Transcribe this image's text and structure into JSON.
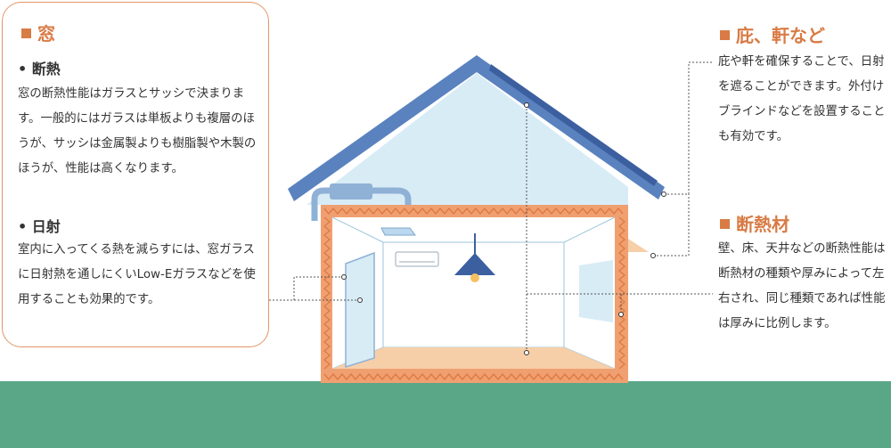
{
  "window_card": {
    "title": "窓",
    "insulation_heading": "断熱",
    "insulation_body": "窓の断熱性能はガラスとサッシで決まります。一般的にはガラスは単板よりも複層のほうが、サッシは金属製よりも樹脂製や木製のほうが、性能は高くなります。",
    "solar_heading": "日射",
    "solar_body": "室内に入ってくる熱を減らすには、窓ガラスに日射熱を通しにくいLow-Eガラスなどを使用することも効果的です。"
  },
  "eaves": {
    "title": "庇、軒など",
    "body": "庇や軒を確保することで、日射を遮ることができます。外付けブラインドなどを設置することも有効です。"
  },
  "insulation_material": {
    "title": "断熱材",
    "body": "壁、床、天井などの断熱性能は断熱材の種類や厚みによって左右され、同じ種類であれば性能は厚みに比例します。"
  },
  "colors": {
    "accent": "#d87b45",
    "roof": "#5a82bf",
    "solar_panel": "#3c5fa0",
    "attic": "#d8ecf6",
    "insulation": "#f0a070",
    "floor": "#f6cfa8",
    "ground": "#5aa788",
    "ac_unit": "#8fb1d6"
  }
}
